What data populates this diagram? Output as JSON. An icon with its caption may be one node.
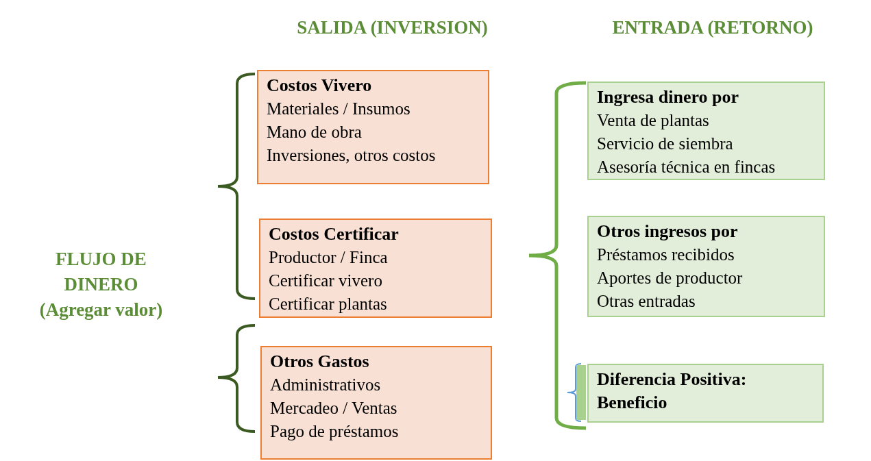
{
  "diagram": {
    "nodes": [
      {
        "text": [
          "Costos Vivero",
          "Materiales / Insumos",
          "Mano de obra",
          "Inversiones, otros costos"
        ]
      },
      {
        "text": [
          "Costos Certificar",
          "Productor / Finca",
          "Certificar vivero",
          "Certificar plantas"
        ]
      },
      {
        "text": [
          "Otros Gastos",
          "Administrativos",
          "Mercadeo / Ventas",
          "Pago de préstamos"
        ]
      },
      {
        "text": [
          "Ingresa dinero por",
          "Venta de plantas",
          "Servicio de siembra",
          "Asesoría técnica en fincas"
        ]
      },
      {
        "text": [
          "Otros ingresos por",
          "Préstamos recibidos",
          "Aportes de productor",
          "Otras entradas"
        ]
      },
      {
        "text": [
          "Diferencia Positiva: Beneficio"
        ]
      }
    ],
    "edges": [],
    "labels": [
      "SALIDA (INVERSION)",
      "ENTRADA (RETORNO)",
      "FLUJO DE DINERO (Agregar valor)"
    ]
  }
}
